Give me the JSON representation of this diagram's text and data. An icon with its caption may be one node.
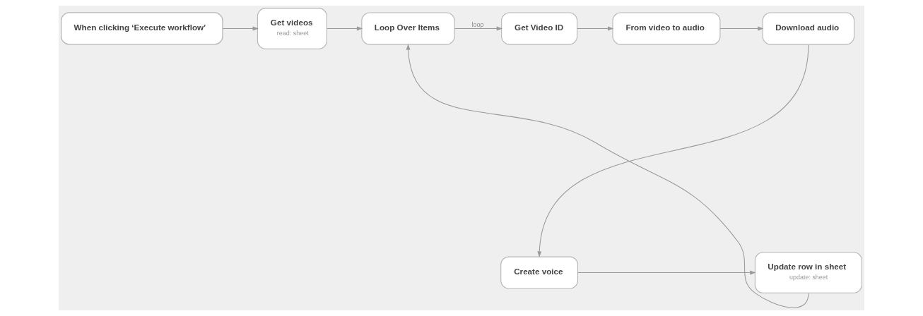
{
  "diagram": {
    "nodes": [
      {
        "text": [
          "When clicking ‘Execute workflow’"
        ]
      },
      {
        "text": [
          "Get videos",
          "read: sheet"
        ]
      },
      {
        "text": [
          "Loop Over Items"
        ]
      },
      {
        "text": [
          "Get Video ID"
        ]
      },
      {
        "text": [
          "From video to audio"
        ]
      },
      {
        "text": [
          "Download audio"
        ]
      },
      {
        "text": [
          "Create voice"
        ]
      },
      {
        "text": [
          "Update row in sheet",
          "update: sheet"
        ]
      }
    ],
    "edges": [
      {
        "from": 0,
        "to": 1,
        "arrow": "to"
      },
      {
        "from": 1,
        "to": 2,
        "arrow": "to"
      },
      {
        "from": 2,
        "to": 3,
        "arrow": "to",
        "label": "loop"
      },
      {
        "from": 3,
        "to": 4,
        "arrow": "to"
      },
      {
        "from": 4,
        "to": 5,
        "arrow": "to"
      },
      {
        "from": 5,
        "to": 6,
        "arrow": "to"
      },
      {
        "from": 6,
        "to": 7,
        "arrow": "to"
      },
      {
        "from": 7,
        "to": 2,
        "arrow": "to"
      }
    ]
  }
}
